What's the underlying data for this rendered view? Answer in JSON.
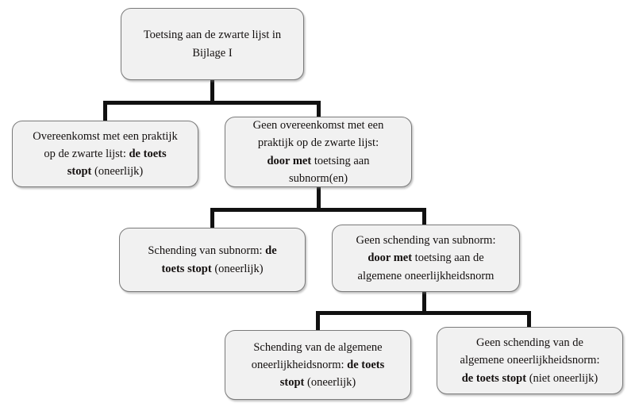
{
  "diagram": {
    "title": "Toetsingsschema oneerlijke handelspraktijken",
    "language": "nl",
    "type": "decision-flowchart",
    "levels": 4,
    "colors": {
      "node_fill": "#f1f1f1",
      "node_border": "#7a7a7a",
      "connector": "#111111",
      "text": "#14100f",
      "background": "#ffffff"
    }
  },
  "nodes": {
    "root": {
      "id": "n1",
      "level": 1,
      "lines": [
        [
          {
            "t": "Toetsing aan de zwarte lijst in",
            "b": false
          }
        ],
        [
          {
            "t": "Bijlage I",
            "b": false
          }
        ]
      ],
      "plain": "Toetsing aan de zwarte lijst in Bijlage I"
    },
    "match_blacklist": {
      "id": "n2",
      "level": 2,
      "lines": [
        [
          {
            "t": "Overeenkomst met een praktijk",
            "b": false
          }
        ],
        [
          {
            "t": "op de zwarte lijst: ",
            "b": false
          },
          {
            "t": "de toets",
            "b": true
          }
        ],
        [
          {
            "t": "stopt",
            "b": true
          },
          {
            "t": " (oneerlijk)",
            "b": false
          }
        ]
      ],
      "plain": "Overeenkomst met een praktijk op de zwarte lijst: de toets stopt (oneerlijk)"
    },
    "no_match_blacklist": {
      "id": "n3",
      "level": 2,
      "lines": [
        [
          {
            "t": "Geen overeenkomst met een",
            "b": false
          }
        ],
        [
          {
            "t": "praktijk op de zwarte lijst:",
            "b": false
          }
        ],
        [
          {
            "t": "door met",
            "b": true
          },
          {
            "t": " toetsing aan",
            "b": false
          }
        ],
        [
          {
            "t": "subnorm(en)",
            "b": false
          }
        ]
      ],
      "plain": "Geen overeenkomst met een praktijk op de zwarte lijst: door met toetsing aan subnorm(en)"
    },
    "breach_subnorm": {
      "id": "n4",
      "level": 3,
      "lines": [
        [
          {
            "t": "Schending van subnorm: ",
            "b": false
          },
          {
            "t": "de",
            "b": true
          }
        ],
        [
          {
            "t": "toets stopt",
            "b": true
          },
          {
            "t": " (oneerlijk)",
            "b": false
          }
        ]
      ],
      "plain": "Schending van subnorm: de toets stopt (oneerlijk)"
    },
    "no_breach_subnorm": {
      "id": "n5",
      "level": 3,
      "lines": [
        [
          {
            "t": "Geen schending van subnorm:",
            "b": false
          }
        ],
        [
          {
            "t": "door met",
            "b": true
          },
          {
            "t": " toetsing aan de",
            "b": false
          }
        ],
        [
          {
            "t": "algemene oneerlijkheidsnorm",
            "b": false
          }
        ]
      ],
      "plain": "Geen schending van subnorm: door met toetsing aan de algemene oneerlijkheidsnorm"
    },
    "breach_general": {
      "id": "n6",
      "level": 4,
      "lines": [
        [
          {
            "t": "Schending van de algemene",
            "b": false
          }
        ],
        [
          {
            "t": "oneerlijkheidsnorm: ",
            "b": false
          },
          {
            "t": "de toets",
            "b": true
          }
        ],
        [
          {
            "t": "stopt",
            "b": true
          },
          {
            "t": " (oneerlijk)",
            "b": false
          }
        ]
      ],
      "plain": "Schending van de algemene oneerlijkheidsnorm: de toets stopt (oneerlijk)"
    },
    "no_breach_general": {
      "id": "n7",
      "level": 4,
      "lines": [
        [
          {
            "t": "Geen schending van de",
            "b": false
          }
        ],
        [
          {
            "t": "algemene oneerlijkheidsnorm:",
            "b": false
          }
        ],
        [
          {
            "t": "de toets stopt",
            "b": true
          },
          {
            "t": " (niet oneerlijk)",
            "b": false
          }
        ]
      ],
      "plain": "Geen schending van de algemene oneerlijkheidsnorm: de toets stopt (niet oneerlijk)"
    }
  },
  "edges": [
    {
      "from": "root",
      "to": "match_blacklist"
    },
    {
      "from": "root",
      "to": "no_match_blacklist"
    },
    {
      "from": "no_match_blacklist",
      "to": "breach_subnorm"
    },
    {
      "from": "no_match_blacklist",
      "to": "no_breach_subnorm"
    },
    {
      "from": "no_breach_subnorm",
      "to": "breach_general"
    },
    {
      "from": "no_breach_subnorm",
      "to": "no_breach_general"
    }
  ]
}
